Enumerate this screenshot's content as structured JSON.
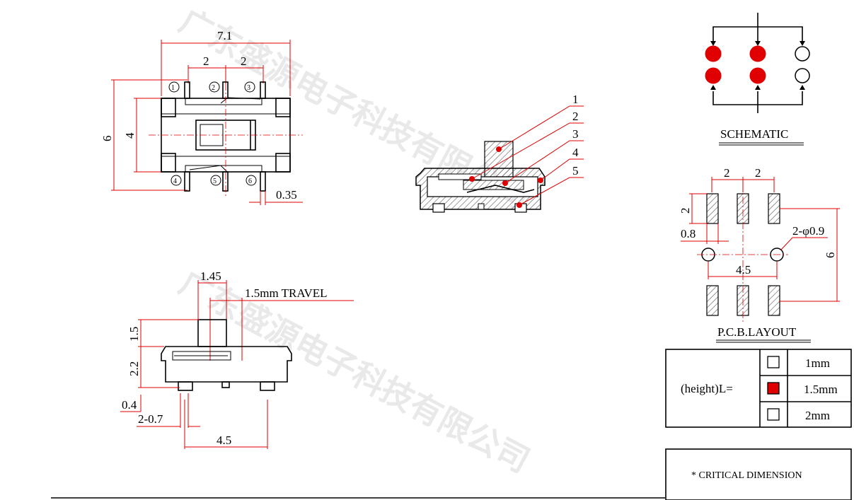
{
  "watermark": "广东盛源电子科技有限公司",
  "top_view": {
    "dim_overall_width": "7.1",
    "dim_pitch_left": "2",
    "dim_pitch_right": "2",
    "dim_height": "6",
    "dim_body": "4",
    "dim_pin_width": "0.35",
    "pin_labels": [
      "1",
      "2",
      "3",
      "4",
      "5",
      "6"
    ]
  },
  "section_view": {
    "callouts": [
      "1",
      "2",
      "3",
      "4",
      "5"
    ]
  },
  "side_view": {
    "dim_actuator": "1.45",
    "travel": "1.5mm  TRAVEL",
    "dim_actuator_height": "1.5",
    "dim_body_height": "2.2",
    "dim_standoff": "0.4",
    "dim_post": "2-0.7",
    "dim_post_spacing": "4.5"
  },
  "schematic": {
    "title": "SCHEMATIC"
  },
  "pcb_layout": {
    "title": "P.C.B.LAYOUT",
    "dim_pitch_left": "2",
    "dim_pitch_right": "2",
    "dim_pad_height": "2",
    "dim_pad_width": "0.8",
    "dim_hole": "2-φ0.9",
    "dim_hole_spacing": "4.5",
    "dim_row_spacing": "6"
  },
  "height_table": {
    "label": "(height)L=",
    "options": [
      {
        "value": "1mm",
        "checked": false
      },
      {
        "value": "1.5mm",
        "checked": true
      },
      {
        "value": "2mm",
        "checked": false
      }
    ]
  },
  "note": "* CRITICAL  DIMENSION",
  "colors": {
    "accent": "#e00000",
    "line": "#000000",
    "hatch": "#555555"
  }
}
